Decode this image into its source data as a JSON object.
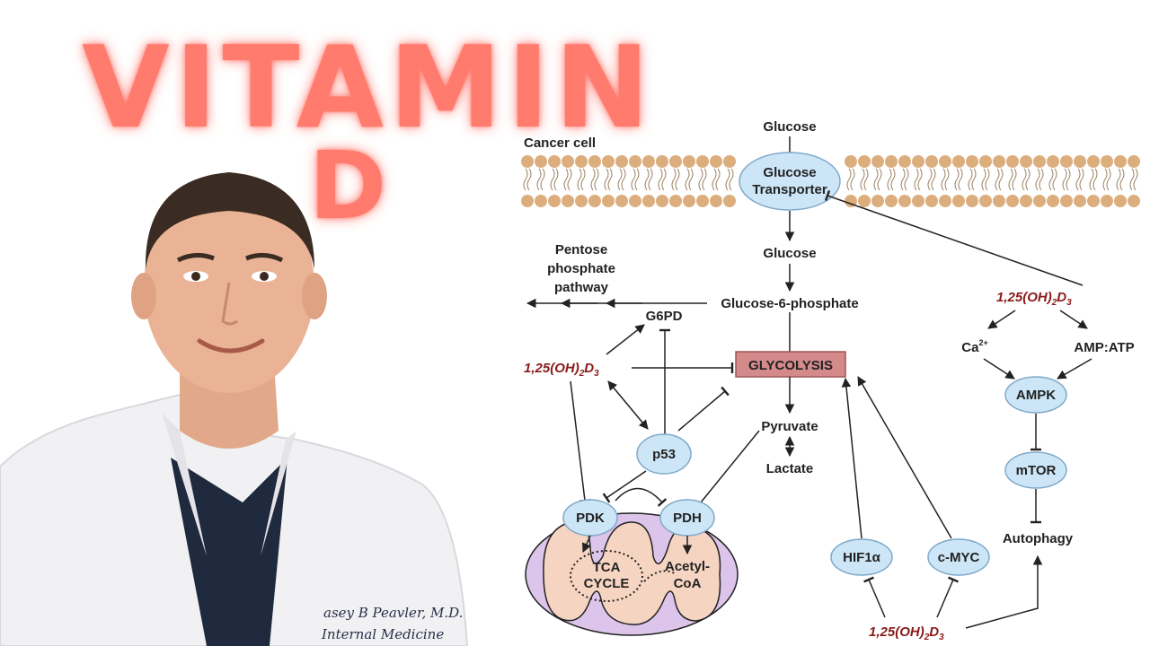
{
  "title": {
    "line1": "VITAMIN",
    "line2": "D"
  },
  "badge": {
    "name": "asey B Peavler, M.D.",
    "role": "Internal Medicine"
  },
  "diagram": {
    "cancer_cell": "Cancer cell",
    "glucose_top": "Glucose",
    "transporter_line1": "Glucose",
    "transporter_line2": "Transporter",
    "glucose_inside": "Glucose",
    "g6p": "Glucose-6-phosphate",
    "pentose_line1": "Pentose",
    "pentose_line2": "phosphate",
    "pentose_line3": "pathway",
    "g6pd": "G6PD",
    "vitd_left": "1,25(OH)",
    "vitd_right": "1,25(OH)",
    "vitd_bottom": "1,25(OH)",
    "vitd_sub2": "2",
    "vitd_D": "D",
    "vitd_sub3": "3",
    "glycolysis": "GLYCOLYSIS",
    "pyruvate": "Pyruvate",
    "lactate": "Lactate",
    "p53": "p53",
    "pdk": "PDK",
    "pdh": "PDH",
    "tca_line1": "TCA",
    "tca_line2": "CYCLE",
    "acetyl_line1": "Acetyl-",
    "acetyl_line2": "CoA",
    "ca": "Ca",
    "ca_sup": "2+",
    "ampatp": "AMP:ATP",
    "ampk": "AMPK",
    "mtor": "mTOR",
    "autophagy": "Autophagy",
    "hif": "HIF1α",
    "cmyc": "c-MYC",
    "colors": {
      "node_fill": "#cde6f7",
      "node_stroke": "#7fa9c9",
      "vitd": "#8a1a1a",
      "glycolysis_fill": "#d48a8a",
      "membrane": "#dcae7e",
      "mito_outer": "#dcc4ea",
      "mito_inner": "#f6d4c2"
    }
  }
}
